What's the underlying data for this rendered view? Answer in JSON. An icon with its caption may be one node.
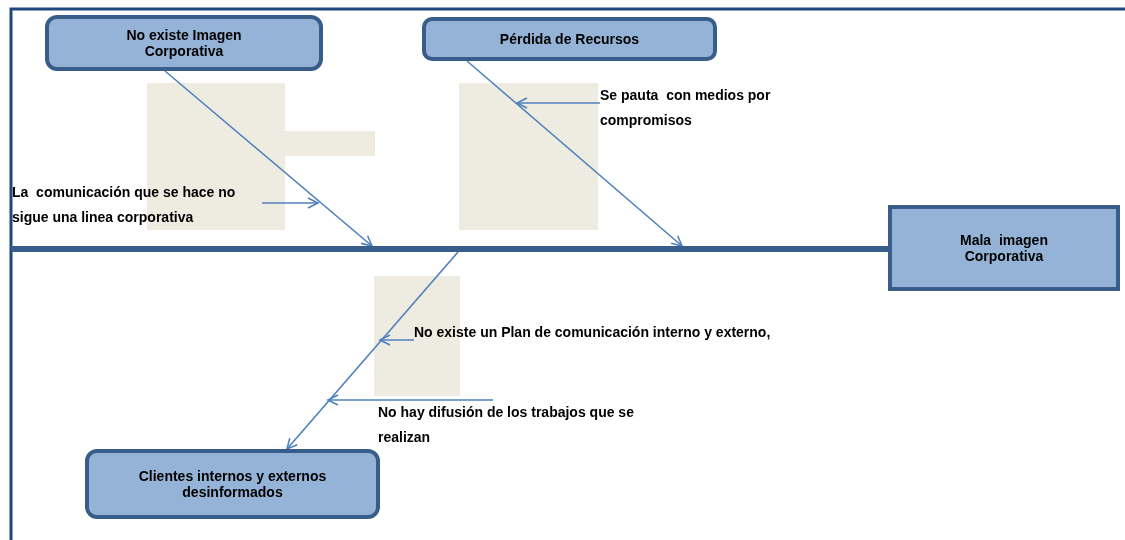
{
  "diagram": {
    "nodes": [
      {
        "text": [
          "No existe Imagen Corporativa"
        ]
      },
      {
        "text": [
          "Pérdida de Recursos"
        ]
      },
      {
        "text": [
          "Mala  imagen Corporativa"
        ]
      },
      {
        "text": [
          "Clientes internos y externos desinformados"
        ]
      },
      {
        "text": [
          "La  comunicación que se hace no sigue una linea corporativa"
        ]
      },
      {
        "text": [
          "Se pauta  con medios por compromisos"
        ]
      },
      {
        "text": [
          "No existe un Plan de comunicación interno y externo,"
        ]
      },
      {
        "text": [
          "No hay difusión de los trabajos que se realizan"
        ]
      },
      {
        "text": [],
        "shape": "bar"
      }
    ],
    "edges": [
      {
        "from": 0,
        "to": 8,
        "arrow": "to"
      },
      {
        "from": 1,
        "to": 8,
        "arrow": "to"
      },
      {
        "from": 8,
        "to": 3,
        "arrow": "to"
      },
      {
        "from": 4,
        "to": null,
        "arrow": "to"
      },
      {
        "from": 5,
        "to": null,
        "arrow": "to"
      },
      {
        "from": 6,
        "to": null,
        "arrow": "to"
      },
      {
        "from": 7,
        "to": null,
        "arrow": "to"
      }
    ]
  }
}
